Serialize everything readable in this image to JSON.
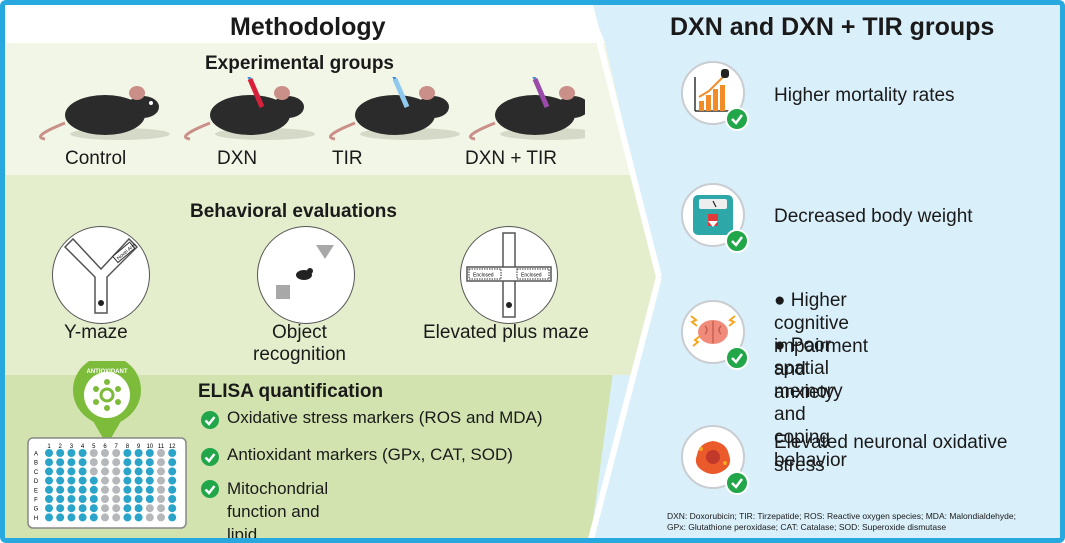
{
  "methodology": {
    "title": "Methodology",
    "experimental_groups": {
      "heading": "Experimental groups",
      "groups": [
        "Control",
        "DXN",
        "TIR",
        "DXN + TIR"
      ]
    },
    "behavioral_evaluations": {
      "heading": "Behavioral evaluations",
      "tests": [
        "Y-maze",
        "Object\nrecognition",
        "Elevated plus maze"
      ],
      "ymaze_arm_label": "Novel Arm",
      "epm_arm_label": "Enclosed"
    },
    "elisa": {
      "heading": "ELISA quantification",
      "badge_text": "ANTIOXIDANT",
      "plate_columns": [
        "1",
        "2",
        "3",
        "4",
        "5",
        "6",
        "7",
        "8",
        "9",
        "10",
        "11",
        "12"
      ],
      "plate_rows": [
        "A",
        "B",
        "C",
        "D",
        "E",
        "F",
        "G",
        "H"
      ],
      "items": [
        "Oxidative stress markers (ROS and MDA)",
        "Antioxidant markers (GPx, CAT, SOD)",
        "Mitochondrial function and lipid\nperoxidation"
      ]
    }
  },
  "results": {
    "title": "DXN and DXN + TIR groups",
    "findings": [
      {
        "icon": "mortality-chart-icon",
        "text": "Higher mortality rates"
      },
      {
        "icon": "scale-icon",
        "text": "Decreased body weight"
      },
      {
        "icon": "brain-icon",
        "bullets": [
          "Higher cognitive impairment\nand anxiety",
          "Poor spatial memory and\ncoping behavior"
        ]
      },
      {
        "icon": "neuron-icon",
        "text": "Elevated neuronal oxidative\nstress"
      }
    ],
    "footnote_lines": [
      "DXN: Doxorubicin; TIR: Tirzepatide; ROS: Reactive oxygen species; MDA: Malondialdehyde;",
      "GPx: Glutathione peroxidase; CAT: Catalase; SOD: Superoxide dismutase"
    ]
  },
  "colors": {
    "border": "#27a9df",
    "right_bg": "#d9effa",
    "band1": "#f2f6e6",
    "band2": "#e4eecd",
    "band3": "#d2e3b0",
    "check": "#22a64a",
    "well_blue": "#2aa5c9",
    "well_gray": "#b5b8bb"
  }
}
